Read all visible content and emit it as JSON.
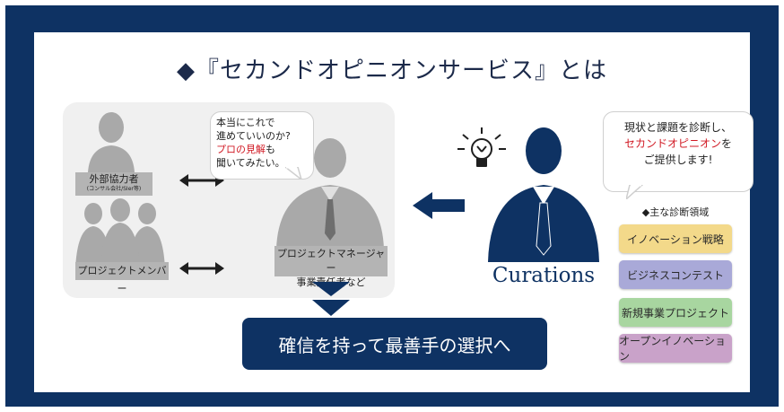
{
  "title": "◆『セカンドオピニオンサービス』とは",
  "left_panel": {
    "external_label": "外部協力者",
    "external_sub": "(コンサル会社/SIer等)",
    "members_label": "プロジェクトメンバー",
    "pm_label_line1": "プロジェクトマネージャー",
    "pm_label_line2": "事業責任者など",
    "thought_line1": "本当にこれで",
    "thought_line2": "進めていいのか?",
    "thought_line3_red": "プロの見解",
    "thought_line3_rest": "も",
    "thought_line4": "聞いてみたい。"
  },
  "cta_label": "確信を持って最善手の選択へ",
  "right": {
    "bubble_line1": "現状と課題を診断し、",
    "bubble_line2_red": "セカンドオピニオン",
    "bubble_line2_rest": "を",
    "bubble_line3": "ご提供します!",
    "brand": "Curations",
    "areas_heading": "◆主な診断領域",
    "areas": [
      {
        "label": "イノベーション戦略",
        "color": "#f3d98a"
      },
      {
        "label": "ビジネスコンテスト",
        "color": "#a9a9d8"
      },
      {
        "label": "新規事業プロジェクト",
        "color": "#a8d6a0"
      },
      {
        "label": "オープンイノベーション",
        "color": "#c9a2c9"
      }
    ]
  },
  "colors": {
    "navy": "#0e3263",
    "gray_person": "#a9a9a9",
    "red": "#d11a24"
  }
}
